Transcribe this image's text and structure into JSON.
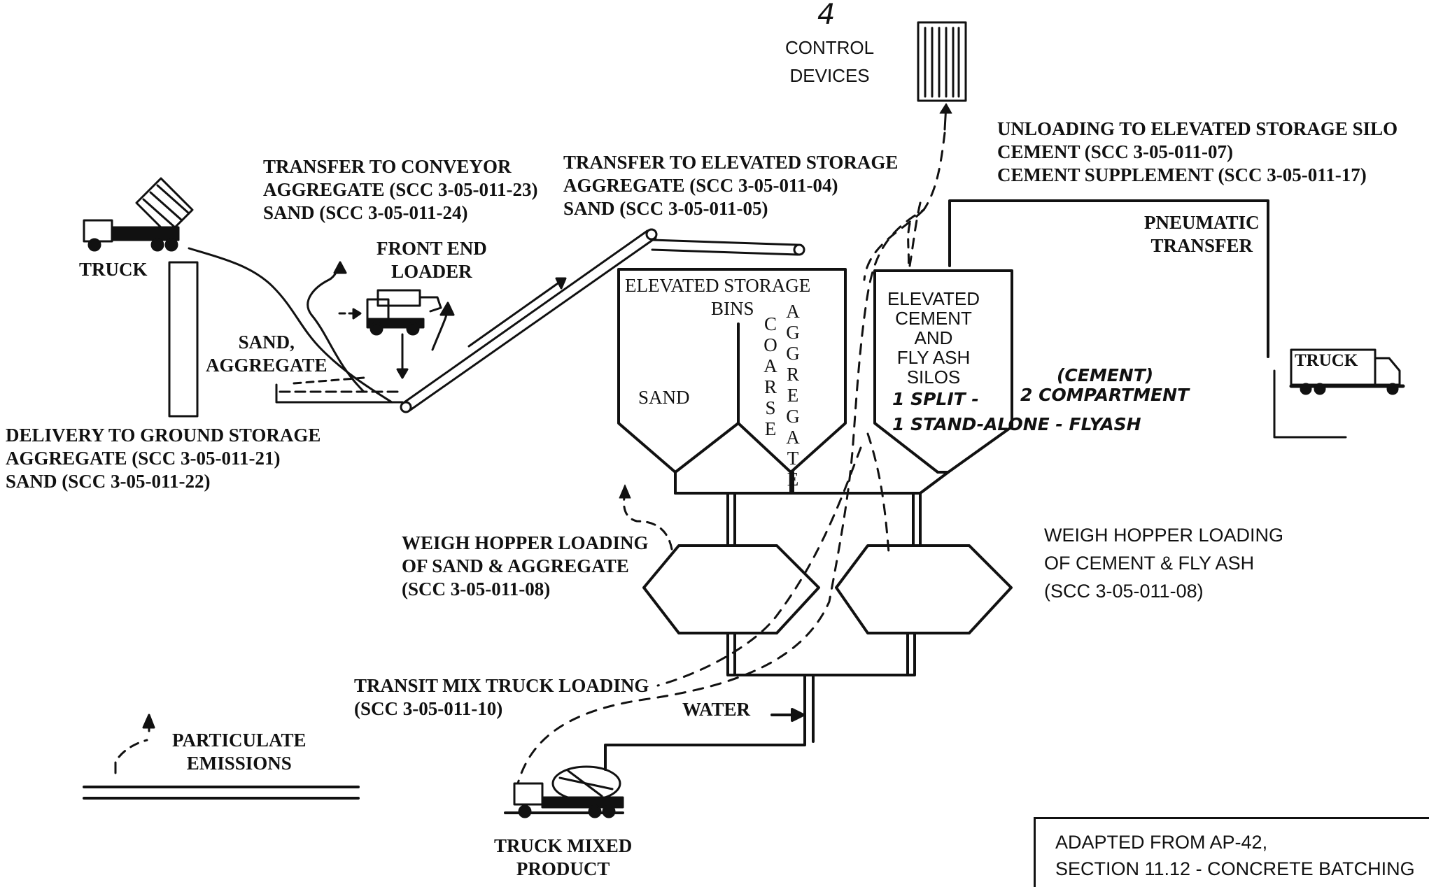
{
  "labels": {
    "control_number": "4",
    "control_devices": "CONTROL\nDEVICES",
    "unloading_title": "UNLOADING TO ELEVATED STORAGE SILO",
    "unloading_cement": "CEMENT (SCC 3-05-011-07)",
    "unloading_supplement": "CEMENT SUPPLEMENT (SCC 3-05-011-17)",
    "pneumatic_transfer": "PNEUMATIC\nTRANSFER",
    "truck_right": "TRUCK",
    "transfer_conveyor_title": "TRANSFER TO CONVEYOR",
    "transfer_conveyor_aggregate": "AGGREGATE (SCC 3-05-011-23)",
    "transfer_conveyor_sand": "SAND (SCC 3-05-011-24)",
    "transfer_storage_title": "TRANSFER TO ELEVATED STORAGE",
    "transfer_storage_aggregate": "AGGREGATE (SCC 3-05-011-04)",
    "transfer_storage_sand": "SAND (SCC 3-05-011-05)",
    "truck_left": "TRUCK",
    "front_end_loader": "FRONT END\nLOADER",
    "sand_aggregate": "SAND,\nAGGREGATE",
    "delivery_title": "DELIVERY TO GROUND STORAGE",
    "delivery_aggregate": "AGGREGATE (SCC 3-05-011-21)",
    "delivery_sand": "SAND (SCC 3-05-011-22)",
    "elevated_storage": "ELEVATED STORAGE",
    "bins": "BINS",
    "coarse": "COARSE",
    "aggregate_vertical": "AGGREGATE",
    "sand_bin": "SAND",
    "silos": "ELEVATED\nCEMENT\nAND\nFLY ASH\nSILOS",
    "hand_cement": "(CEMENT)",
    "hand_split": "1 SPLIT -",
    "hand_compartment": "2 COMPARTMENT",
    "hand_standalone": "1 STAND-ALONE - FLYASH",
    "weigh_sand_title": "WEIGH HOPPER LOADING",
    "weigh_sand_line2": "OF SAND & AGGREGATE",
    "weigh_sand_scc": "(SCC 3-05-011-08)",
    "weigh_cement_title": "WEIGH HOPPER LOADING",
    "weigh_cement_line2": "OF CEMENT & FLY ASH",
    "weigh_cement_scc": "(SCC 3-05-011-08)",
    "transit_title": "TRANSIT MIX TRUCK LOADING",
    "transit_scc": "(SCC 3-05-011-10)",
    "water": "WATER",
    "particulate": "PARTICULATE\nEMISSIONS",
    "truck_mixed": "TRUCK MIXED\nPRODUCT",
    "source_line1": "ADAPTED FROM AP-42,",
    "source_line2": "SECTION 11.12 - CONCRETE BATCHING"
  },
  "icons": [
    "dump-truck-icon",
    "front-end-loader-icon",
    "box-truck-icon",
    "mixer-truck-icon",
    "control-device-icon",
    "emission-arrow-icon"
  ]
}
